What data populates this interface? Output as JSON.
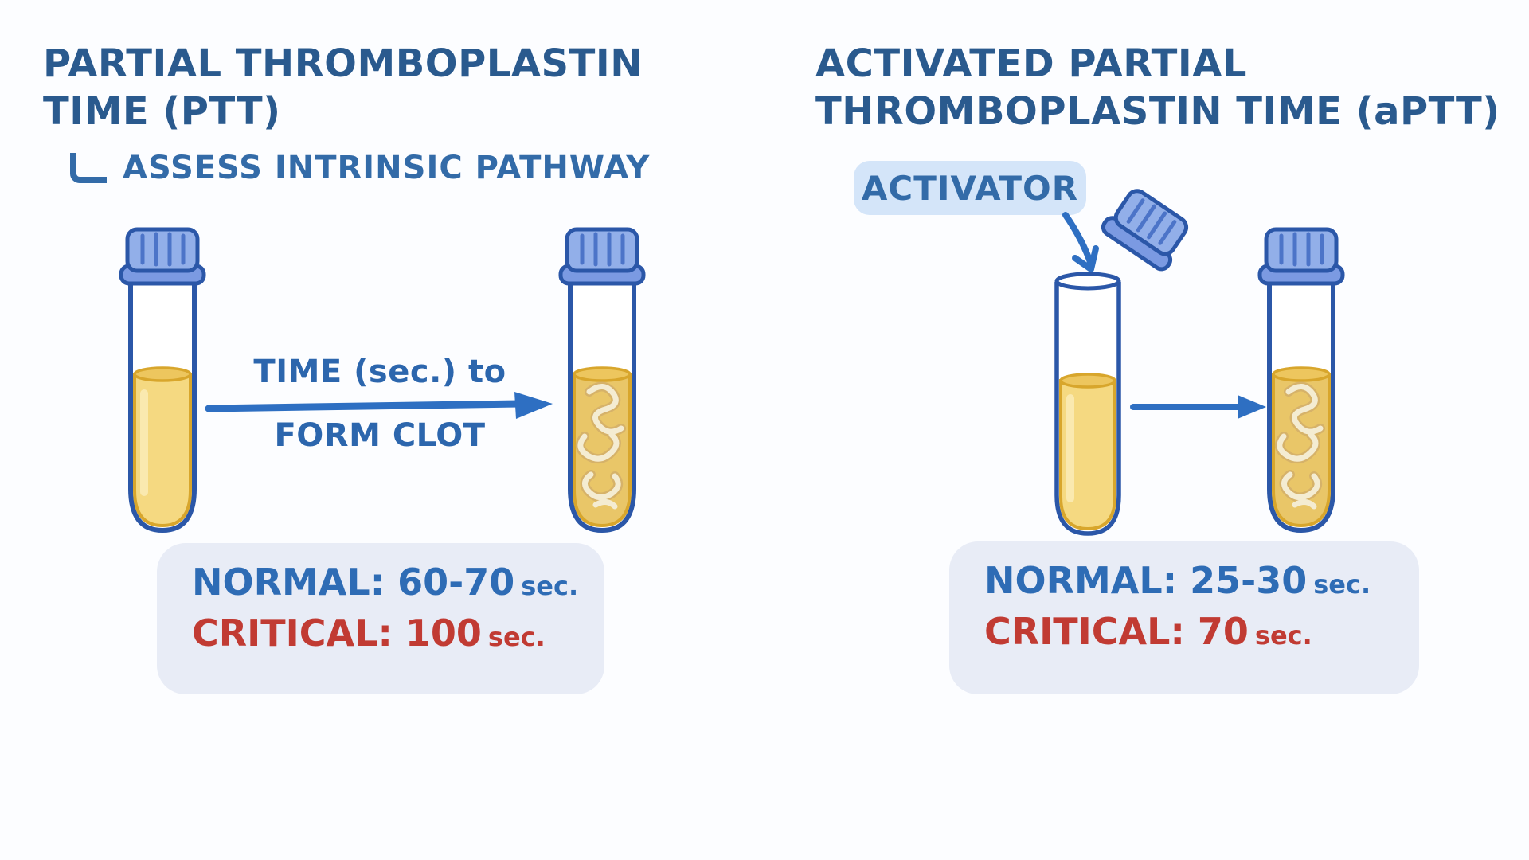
{
  "colors": {
    "background": "#fcfdff",
    "heading_blue": "#2a5a8e",
    "note_blue": "#336ba8",
    "text_blue": "#2c66ad",
    "value_blue": "#2e6cb5",
    "critical_red": "#c13b33",
    "arrow_blue": "#2e6fc2",
    "outline_blue": "#2b57a8",
    "cap_light": "#92afe9",
    "cap_mid": "#7b9ae2",
    "cap_rib": "#3f6ac2",
    "liquid_yellow": "#f5d981",
    "liquid_light": "#fbeab4",
    "liquid_outline": "#d8a62c",
    "liquid_top": "#edc65e",
    "clot_base": "#e9c668",
    "clot_cream": "#f4ecd2",
    "clot_shadow": "#d6b269",
    "box_bg": "#e8ecf6",
    "pill_bg": "#d4e5f9"
  },
  "left_panel": {
    "title": "PARTIAL THROMBOPLASTIN\nTIME (PTT)",
    "note": "ASSESS INTRINSIC PATHWAY",
    "arrow_top_label": "TIME (sec.) to",
    "arrow_bottom_label": "FORM CLOT",
    "reference_box": {
      "normal_text": "NORMAL: 60-70",
      "normal_unit": "sec.",
      "critical_text": "CRITICAL: 100",
      "critical_unit": "sec."
    }
  },
  "right_panel": {
    "title": "ACTIVATED PARTIAL\nTHROMBOPLASTIN TIME (aPTT)",
    "activator_badge": "ACTIVATOR",
    "reference_box": {
      "normal_text": "NORMAL: 25-30",
      "normal_unit": "sec.",
      "critical_text": "CRITICAL: 70",
      "critical_unit": "sec."
    }
  }
}
